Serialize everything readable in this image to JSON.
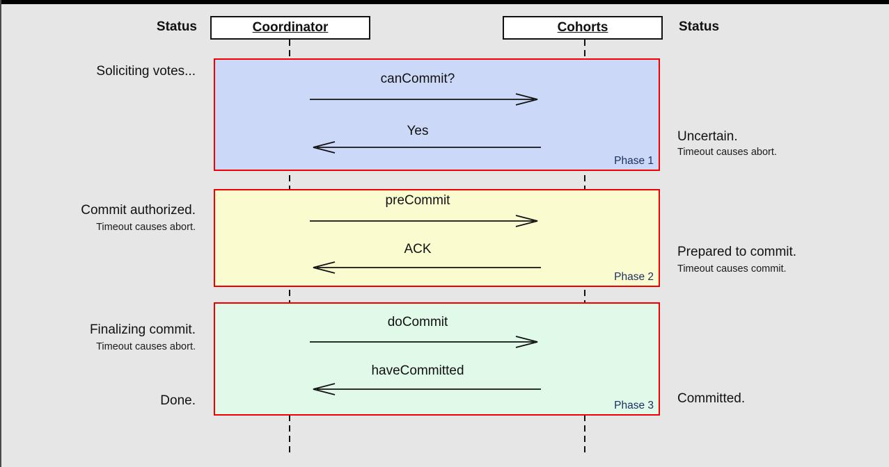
{
  "colors": {
    "background": "#e6e6e6",
    "phase_border": "#f20000",
    "phase1_fill": "#ccd8f7",
    "phase2_fill": "#fafcd0",
    "phase3_fill": "#e0f9e8",
    "badge_text": "#1c2f63"
  },
  "header": {
    "left_status": "Status",
    "coordinator": "Coordinator",
    "cohorts": "Cohorts",
    "right_status": "Status"
  },
  "phases": [
    {
      "badge": "Phase 1",
      "request": "canCommit?",
      "reply": "Yes",
      "left_primary": "Soliciting votes...",
      "right_primary": "Uncertain.",
      "right_secondary": "Timeout causes abort."
    },
    {
      "badge": "Phase 2",
      "request": "preCommit",
      "reply": "ACK",
      "left_primary": "Commit authorized.",
      "left_secondary": "Timeout causes abort.",
      "right_primary": "Prepared to commit.",
      "right_secondary": "Timeout causes commit."
    },
    {
      "badge": "Phase 3",
      "request": "doCommit",
      "reply": "haveCommitted",
      "left_primary": "Finalizing commit.",
      "left_secondary": "Timeout causes abort.",
      "left_final": "Done.",
      "right_final": "Committed."
    }
  ]
}
